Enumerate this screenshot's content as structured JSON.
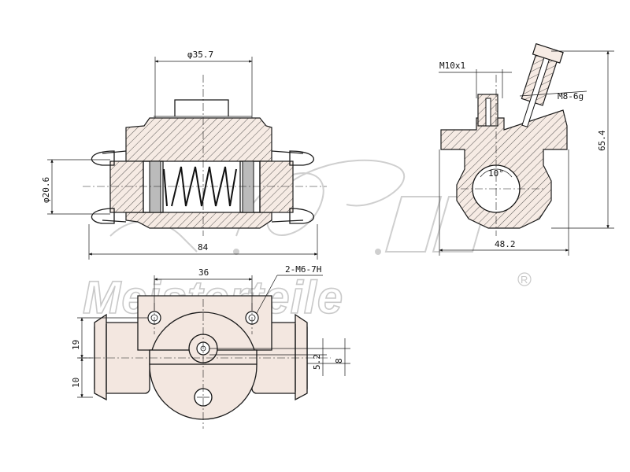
{
  "dimensions": {
    "bore_diameter": "φ35.7",
    "piston_diameter": "φ20.6",
    "overall_length": "84",
    "width": "48.2",
    "height": "65.4",
    "bleed_thread": "M10x1",
    "fitting_thread": "M8-6g",
    "angle": "10°",
    "hole_spacing": "36",
    "mounting_holes": "2-M6-7H",
    "offset_upper": "19",
    "offset_lower": "10",
    "inlet_offset": "5.2",
    "inlet_size": "8"
  },
  "watermark": {
    "brand": "Meisterteile",
    "registered_mark": "R",
    "logo": "A.L."
  }
}
